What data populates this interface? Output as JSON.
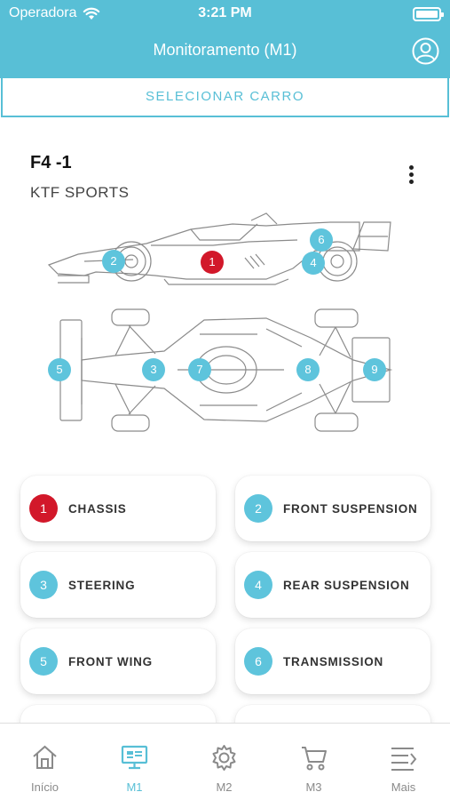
{
  "status": {
    "carrier": "Operadora",
    "time": "3:21 PM"
  },
  "header": {
    "title": "Monitoramento (M1)"
  },
  "select_car": {
    "label": "SELECIONAR CARRO"
  },
  "car": {
    "name": "F4 -1",
    "team": "KTF SPORTS"
  },
  "markers": {
    "side": [
      "2",
      "1",
      "6",
      "4"
    ],
    "top": [
      "5",
      "3",
      "7",
      "8",
      "9"
    ]
  },
  "components": [
    {
      "num": "1",
      "label": "CHASSIS",
      "color": "#d2182a"
    },
    {
      "num": "2",
      "label": "FRONT SUSPENSION",
      "color": "#5ec4dc"
    },
    {
      "num": "3",
      "label": "STEERING",
      "color": "#5ec4dc"
    },
    {
      "num": "4",
      "label": "REAR SUSPENSION",
      "color": "#5ec4dc"
    },
    {
      "num": "5",
      "label": "FRONT WING",
      "color": "#5ec4dc"
    },
    {
      "num": "6",
      "label": "TRANSMISSION",
      "color": "#5ec4dc"
    }
  ],
  "tabs": [
    {
      "label": "Início",
      "icon": "home-icon"
    },
    {
      "label": "M1",
      "icon": "monitor-icon",
      "active": true
    },
    {
      "label": "M2",
      "icon": "gear-icon"
    },
    {
      "label": "M3",
      "icon": "cart-icon"
    },
    {
      "label": "Mais",
      "icon": "menu-more-icon"
    }
  ],
  "colors": {
    "primary": "#58bfd6",
    "alert": "#d2182a"
  }
}
